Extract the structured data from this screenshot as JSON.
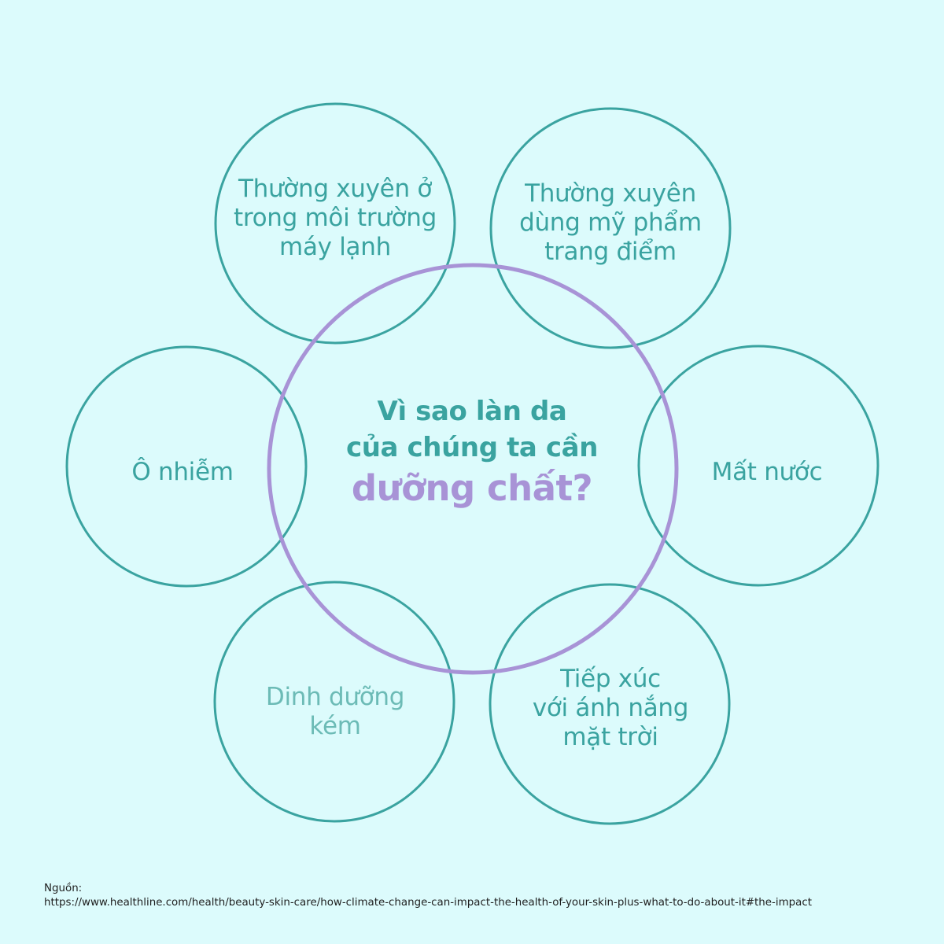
{
  "colors": {
    "background": "#dcfbfc",
    "ring_outer": "#3aa3a0",
    "ring_center": "#a893d6",
    "text_teal": "#3aa3a0",
    "text_accent": "#a893d6"
  },
  "center": {
    "line1": "Vì sao làn da",
    "line2": "của chúng ta cần",
    "accent": "dưỡng chất?"
  },
  "circles": {
    "top_left": [
      "Thường xuyên ở",
      "trong môi trường",
      "máy lạnh"
    ],
    "top_right": [
      "Thường xuyên",
      "dùng mỹ phẩm",
      "trang điểm"
    ],
    "left": [
      "Ô nhiễm"
    ],
    "right": [
      "Mất nước"
    ],
    "bottom_left": [
      "Dinh dưỡng",
      "kém"
    ],
    "bottom_right": [
      "Tiếp xúc",
      "với ánh nắng",
      "mặt trời"
    ]
  },
  "source": {
    "label": "Nguồn:",
    "url": "https://www.healthline.com/health/beauty-skin-care/how-climate-change-can-impact-the-health-of-your-skin-plus-what-to-do-about-it#the-impact"
  }
}
